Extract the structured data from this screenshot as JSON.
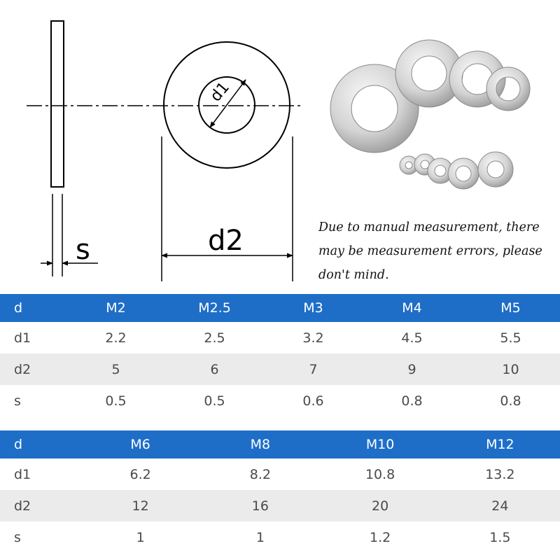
{
  "diagram": {
    "label_d1": "d1",
    "label_d2": "d2",
    "label_s": "s"
  },
  "note": {
    "line1": "Due to manual measurement, there",
    "line2": "may be measurement errors, please",
    "line3": "don't mind."
  },
  "colors": {
    "header_bg": "#1e6ec8",
    "alt_row": "#ebebeb"
  },
  "table1": {
    "header": {
      "label": "d",
      "cells": [
        "M2",
        "M2.5",
        "M3",
        "M4",
        "M5"
      ]
    },
    "rows": [
      {
        "label": "d1",
        "cells": [
          "2.2",
          "2.5",
          "3.2",
          "4.5",
          "5.5"
        ]
      },
      {
        "label": "d2",
        "cells": [
          "5",
          "6",
          "7",
          "9",
          "10"
        ]
      },
      {
        "label": "s",
        "cells": [
          "0.5",
          "0.5",
          "0.6",
          "0.8",
          "0.8"
        ]
      }
    ]
  },
  "table2": {
    "header": {
      "label": "d",
      "cells": [
        "M6",
        "M8",
        "M10",
        "M12"
      ]
    },
    "rows": [
      {
        "label": "d1",
        "cells": [
          "6.2",
          "8.2",
          "10.8",
          "13.2"
        ]
      },
      {
        "label": "d2",
        "cells": [
          "12",
          "16",
          "20",
          "24"
        ]
      },
      {
        "label": "s",
        "cells": [
          "1",
          "1",
          "1.2",
          "1.5"
        ]
      }
    ]
  }
}
